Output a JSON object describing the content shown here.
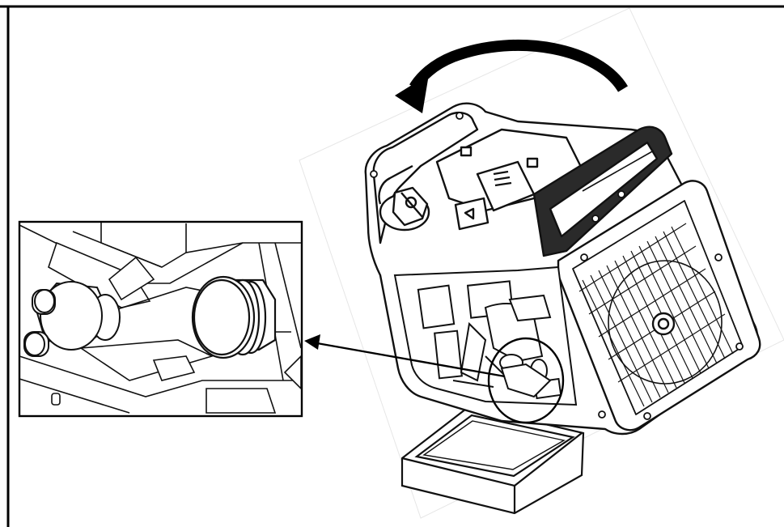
{
  "figure": {
    "frame_color": "#000000",
    "line_color": "#111111",
    "background": "#ffffff",
    "accent_gray": "#dcdcdc"
  },
  "elements": {
    "rotation_arrow": "curved-rotate-arrow-icon",
    "callout_arrow": "pointer-arrow-icon",
    "detail_inset": "drain-plug-detail",
    "unit": "generator-tilted",
    "tray": "oil-drain-tray"
  }
}
